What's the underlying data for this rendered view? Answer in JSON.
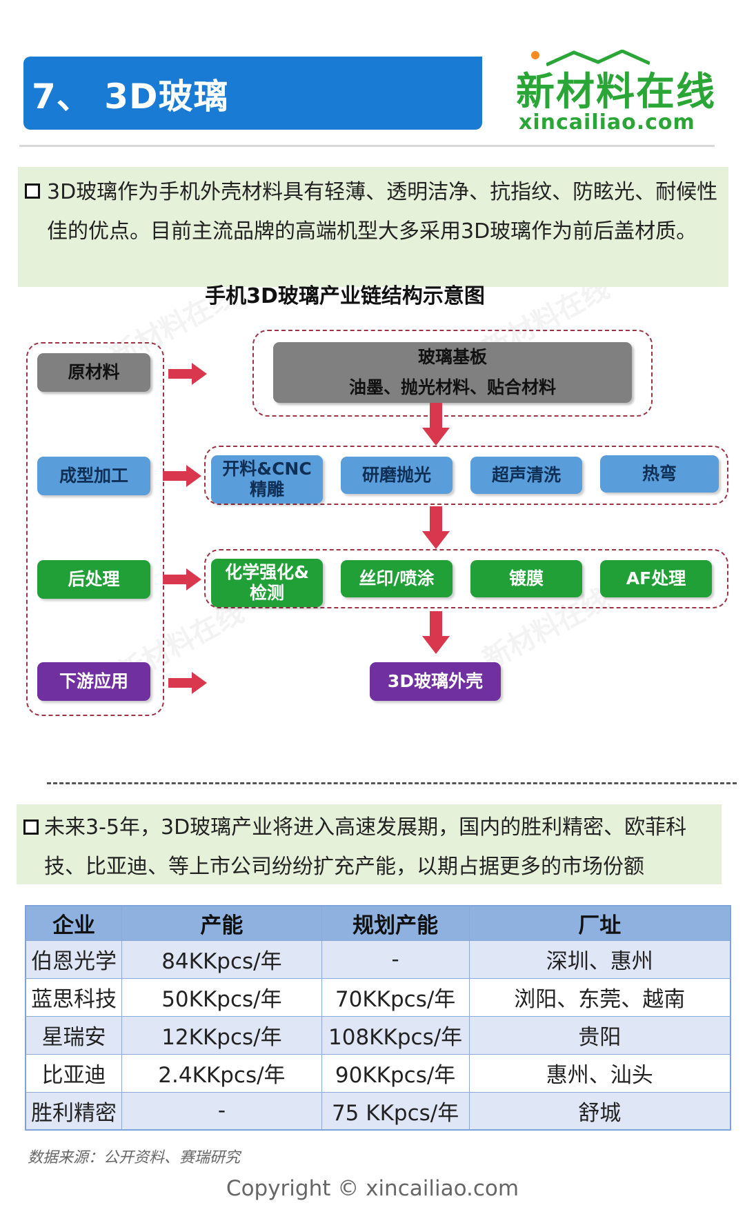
{
  "header": {
    "title": "7、 3D玻璃",
    "brand_cn": "新材料在线",
    "brand_en": "xincailiao.com"
  },
  "intro": {
    "text": "3D玻璃作为手机外壳材料具有轻薄、透明洁净、抗指纹、防眩光、耐候性佳的优点。目前主流品牌的高端机型大多采用3D玻璃作为前后盖材质。"
  },
  "diagram": {
    "title": "手机3D玻璃产业链结构示意图",
    "stages": [
      "原材料",
      "成型加工",
      "后处理",
      "下游应用"
    ],
    "raw": {
      "line1": "玻璃基板",
      "line2": "油墨、抛光材料、贴合材料"
    },
    "forming": [
      {
        "line1": "开料&CNC",
        "line2": "精雕"
      },
      {
        "line1": "研磨抛光",
        "line2": ""
      },
      {
        "line1": "超声清洗",
        "line2": ""
      },
      {
        "line1": "热弯",
        "line2": ""
      }
    ],
    "post": [
      {
        "line1": "化学强化&",
        "line2": "检测"
      },
      {
        "line1": "丝印/喷涂",
        "line2": ""
      },
      {
        "line1": "镀膜",
        "line2": ""
      },
      {
        "line1": "AF处理",
        "line2": ""
      }
    ],
    "downstream": "3D玻璃外壳"
  },
  "outlook": {
    "text": "未来3-5年，3D玻璃产业将进入高速发展期，国内的胜利精密、欧菲科技、比亚迪、等上市公司纷纷扩充产能，以期占据更多的市场份额"
  },
  "table": {
    "headers": [
      "企业",
      "产能",
      "规划产能",
      "厂址"
    ],
    "rows": [
      [
        "伯恩光学",
        "84KKpcs/年",
        "-",
        "深圳、惠州"
      ],
      [
        "蓝思科技",
        "50KKpcs/年",
        "70KKpcs/年",
        "浏阳、东莞、越南"
      ],
      [
        "星瑞安",
        "12KKpcs/年",
        "108KKpcs/年",
        "贵阳"
      ],
      [
        "比亚迪",
        "2.4KKpcs/年",
        "90KKpcs/年",
        "惠州、汕头"
      ],
      [
        "胜利精密",
        "-",
        "75 KKpcs/年",
        "舒城"
      ]
    ]
  },
  "source": "数据来源：公开资料、赛瑞研究",
  "copyright": "Copyright © xincailiao.com",
  "colors": {
    "title_bar": "#1a7bd4",
    "brand_green": "#2aa637",
    "panel_bg": "#e6f1da",
    "gray_box": "#808080",
    "blue_box": "#5a9ddb",
    "green_box": "#22a038",
    "purple_box": "#7030a0",
    "arrow_red": "#d9374e",
    "table_header": "#8eb1e0"
  }
}
